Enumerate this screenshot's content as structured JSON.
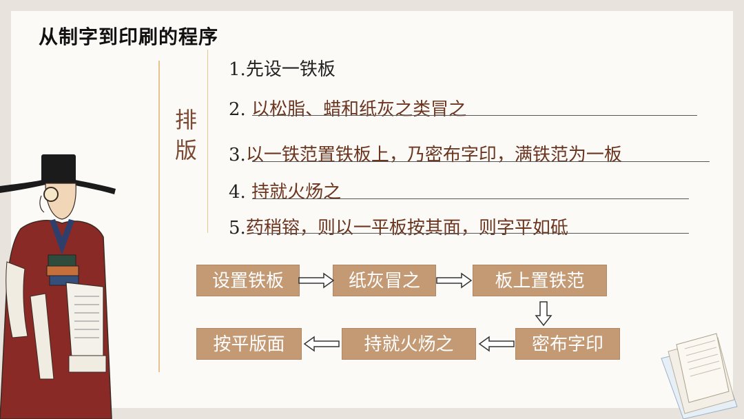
{
  "title": "从制字到印刷的程序",
  "side_label_line1": "排",
  "side_label_line2": "版",
  "steps": [
    {
      "num": "1.",
      "text": "先设一铁板"
    },
    {
      "num": "2.",
      "text": "以松脂、蜡和纸灰之类冒之"
    },
    {
      "num": "3.",
      "text": "以一铁范置铁板上，乃密布字印，满铁范为一板"
    },
    {
      "num": "4.",
      "text": "持就火炀之"
    },
    {
      "num": "5.",
      "text": "药稍镕，则以一平板按其面，则字平如砥"
    }
  ],
  "flow": {
    "box1": "设置铁板",
    "box2": "纸灰冒之",
    "box3": "板上置铁范",
    "box4": "密布字印",
    "box5": "持就火炀之",
    "box6": "按平版面"
  },
  "colors": {
    "box_fill": "#c49a75",
    "accent_line": "#e7c48f",
    "step_text": "#6b3520"
  }
}
